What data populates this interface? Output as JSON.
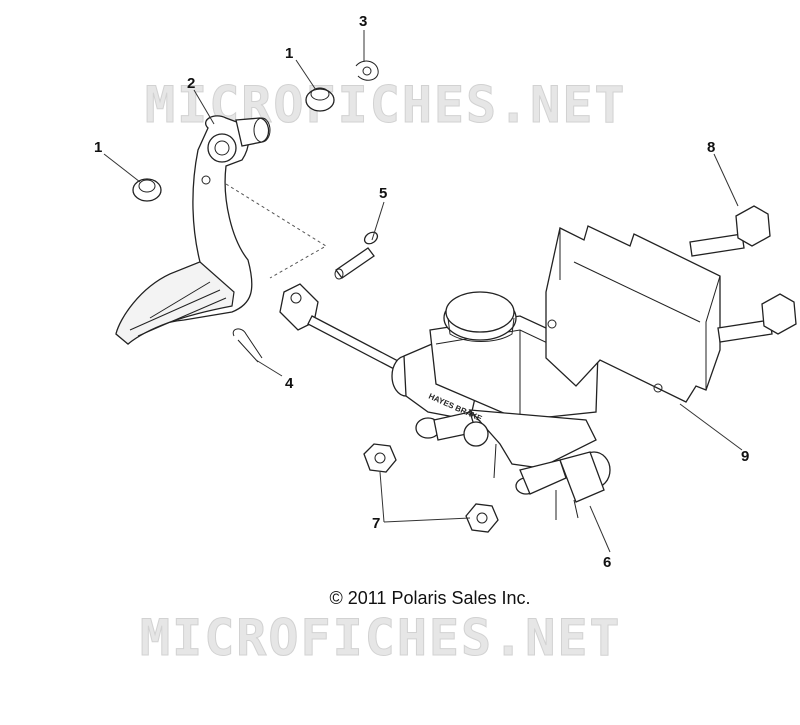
{
  "callouts": {
    "c1a": "1",
    "c1b": "1",
    "c2": "2",
    "c3": "3",
    "c4": "4",
    "c5": "5",
    "c6": "6",
    "c7": "7",
    "c8": "8",
    "c9": "9"
  },
  "copyright": "© 2011 Polaris Sales Inc.",
  "watermark": {
    "top": "MICROFICHES.NET",
    "bottom": "MICROFICHES.NET"
  },
  "cylinder_label": "HAYES BRAKE",
  "colors": {
    "line": "#222222",
    "watermark": "#e6e6e6",
    "background": "#ffffff"
  }
}
